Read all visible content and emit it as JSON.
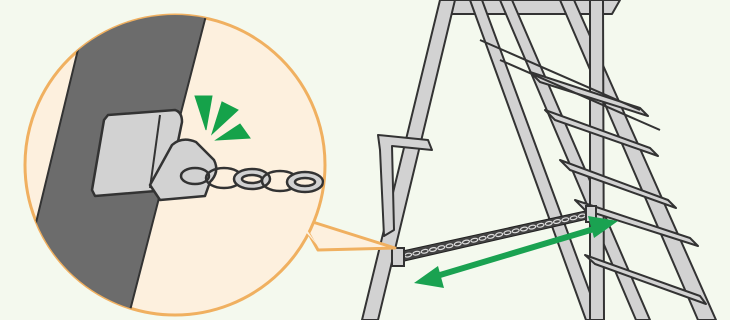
{
  "colors": {
    "background": "#f4f9ee",
    "callout_fill": "#fdf0de",
    "callout_border": "#f0b060",
    "post_gray": "#6c6c6c",
    "ladder_gray": "#d2d2d2",
    "line": "#333333",
    "arrow_green": "#1aa251",
    "click_green": "#15a24a"
  },
  "icons": {
    "zoom_callout": "magnified-detail-bubble",
    "click_mark": "click-sound-marks",
    "arrow": "double-headed-arrow"
  }
}
